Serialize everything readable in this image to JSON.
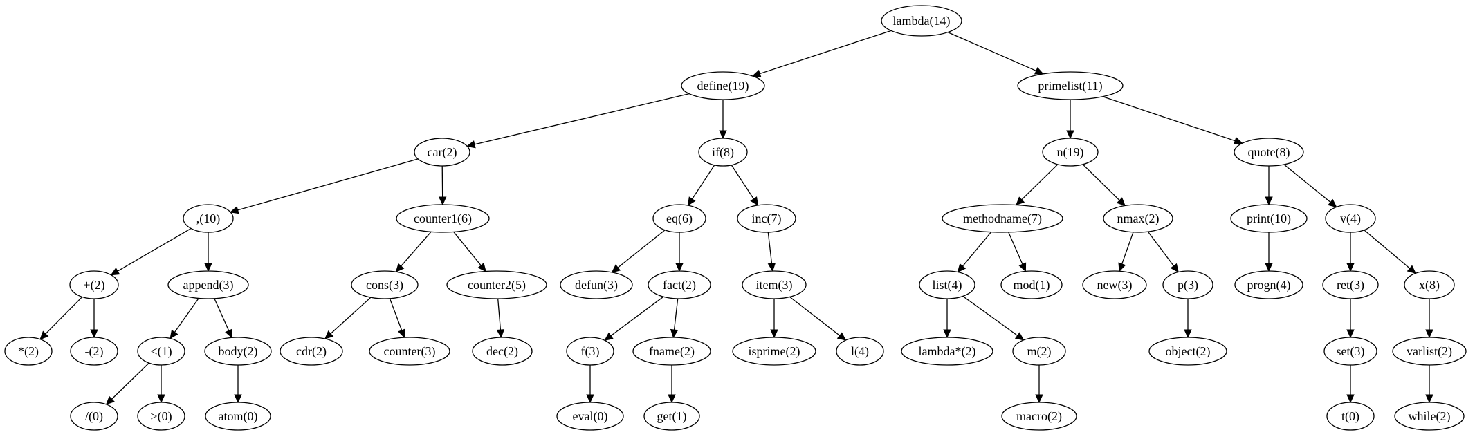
{
  "nodes": [
    {
      "id": "lambda_14",
      "label": "lambda(14)"
    },
    {
      "id": "define_19",
      "label": "define(19)"
    },
    {
      "id": "primelist_11",
      "label": "primelist(11)"
    },
    {
      "id": "car_2",
      "label": "car(2)"
    },
    {
      "id": "if_8",
      "label": "if(8)"
    },
    {
      "id": "n_19",
      "label": "n(19)"
    },
    {
      "id": "quote_8",
      "label": "quote(8)"
    },
    {
      "id": "comma_10",
      "label": ",(10)"
    },
    {
      "id": "counter1_6",
      "label": "counter1(6)"
    },
    {
      "id": "eq_6",
      "label": "eq(6)"
    },
    {
      "id": "inc_7",
      "label": "inc(7)"
    },
    {
      "id": "methodname_7",
      "label": "methodname(7)"
    },
    {
      "id": "nmax_2",
      "label": "nmax(2)"
    },
    {
      "id": "print_10",
      "label": "print(10)"
    },
    {
      "id": "v_4",
      "label": "v(4)"
    },
    {
      "id": "plus_2",
      "label": "+(2)"
    },
    {
      "id": "append_3",
      "label": "append(3)"
    },
    {
      "id": "cons_3",
      "label": "cons(3)"
    },
    {
      "id": "counter2_5",
      "label": "counter2(5)"
    },
    {
      "id": "defun_3",
      "label": "defun(3)"
    },
    {
      "id": "fact_2",
      "label": "fact(2)"
    },
    {
      "id": "item_3",
      "label": "item(3)"
    },
    {
      "id": "list_4",
      "label": "list(4)"
    },
    {
      "id": "mod_1",
      "label": "mod(1)"
    },
    {
      "id": "new_3",
      "label": "new(3)"
    },
    {
      "id": "p_3",
      "label": "p(3)"
    },
    {
      "id": "progn_4",
      "label": "progn(4)"
    },
    {
      "id": "ret_3",
      "label": "ret(3)"
    },
    {
      "id": "x_8",
      "label": "x(8)"
    },
    {
      "id": "star_2",
      "label": "*(2)"
    },
    {
      "id": "minus_2",
      "label": "-(2)"
    },
    {
      "id": "lt_1",
      "label": "<(1)"
    },
    {
      "id": "body_2",
      "label": "body(2)"
    },
    {
      "id": "cdr_2",
      "label": "cdr(2)"
    },
    {
      "id": "counter_3",
      "label": "counter(3)"
    },
    {
      "id": "dec_2",
      "label": "dec(2)"
    },
    {
      "id": "f_3",
      "label": "f(3)"
    },
    {
      "id": "fname_2",
      "label": "fname(2)"
    },
    {
      "id": "isprime_2",
      "label": "isprime(2)"
    },
    {
      "id": "l_4",
      "label": "l(4)"
    },
    {
      "id": "lambdastar_2",
      "label": "lambda*(2)"
    },
    {
      "id": "m_2",
      "label": "m(2)"
    },
    {
      "id": "object_2",
      "label": "object(2)"
    },
    {
      "id": "set_3",
      "label": "set(3)"
    },
    {
      "id": "varlist_2",
      "label": "varlist(2)"
    },
    {
      "id": "slash_0",
      "label": "/(0)"
    },
    {
      "id": "gt_0",
      "label": ">(0)"
    },
    {
      "id": "atom_0",
      "label": "atom(0)"
    },
    {
      "id": "eval_0",
      "label": "eval(0)"
    },
    {
      "id": "get_1",
      "label": "get(1)"
    },
    {
      "id": "macro_2",
      "label": "macro(2)"
    },
    {
      "id": "t_0",
      "label": "t(0)"
    },
    {
      "id": "while_2",
      "label": "while(2)"
    }
  ],
  "edges": [
    [
      "lambda_14",
      "define_19"
    ],
    [
      "lambda_14",
      "primelist_11"
    ],
    [
      "define_19",
      "car_2"
    ],
    [
      "define_19",
      "if_8"
    ],
    [
      "primelist_11",
      "n_19"
    ],
    [
      "primelist_11",
      "quote_8"
    ],
    [
      "car_2",
      "comma_10"
    ],
    [
      "car_2",
      "counter1_6"
    ],
    [
      "if_8",
      "eq_6"
    ],
    [
      "if_8",
      "inc_7"
    ],
    [
      "n_19",
      "methodname_7"
    ],
    [
      "n_19",
      "nmax_2"
    ],
    [
      "quote_8",
      "print_10"
    ],
    [
      "quote_8",
      "v_4"
    ],
    [
      "comma_10",
      "plus_2"
    ],
    [
      "comma_10",
      "append_3"
    ],
    [
      "counter1_6",
      "cons_3"
    ],
    [
      "counter1_6",
      "counter2_5"
    ],
    [
      "eq_6",
      "defun_3"
    ],
    [
      "eq_6",
      "fact_2"
    ],
    [
      "inc_7",
      "item_3"
    ],
    [
      "methodname_7",
      "list_4"
    ],
    [
      "methodname_7",
      "mod_1"
    ],
    [
      "nmax_2",
      "new_3"
    ],
    [
      "nmax_2",
      "p_3"
    ],
    [
      "print_10",
      "progn_4"
    ],
    [
      "v_4",
      "ret_3"
    ],
    [
      "v_4",
      "x_8"
    ],
    [
      "plus_2",
      "star_2"
    ],
    [
      "plus_2",
      "minus_2"
    ],
    [
      "append_3",
      "lt_1"
    ],
    [
      "append_3",
      "body_2"
    ],
    [
      "cons_3",
      "cdr_2"
    ],
    [
      "cons_3",
      "counter_3"
    ],
    [
      "counter2_5",
      "dec_2"
    ],
    [
      "fact_2",
      "f_3"
    ],
    [
      "fact_2",
      "fname_2"
    ],
    [
      "item_3",
      "isprime_2"
    ],
    [
      "item_3",
      "l_4"
    ],
    [
      "list_4",
      "lambdastar_2"
    ],
    [
      "list_4",
      "m_2"
    ],
    [
      "p_3",
      "object_2"
    ],
    [
      "ret_3",
      "set_3"
    ],
    [
      "x_8",
      "varlist_2"
    ],
    [
      "lt_1",
      "slash_0"
    ],
    [
      "lt_1",
      "gt_0"
    ],
    [
      "body_2",
      "atom_0"
    ],
    [
      "f_3",
      "eval_0"
    ],
    [
      "fname_2",
      "get_1"
    ],
    [
      "m_2",
      "macro_2"
    ],
    [
      "set_3",
      "t_0"
    ],
    [
      "varlist_2",
      "while_2"
    ]
  ]
}
